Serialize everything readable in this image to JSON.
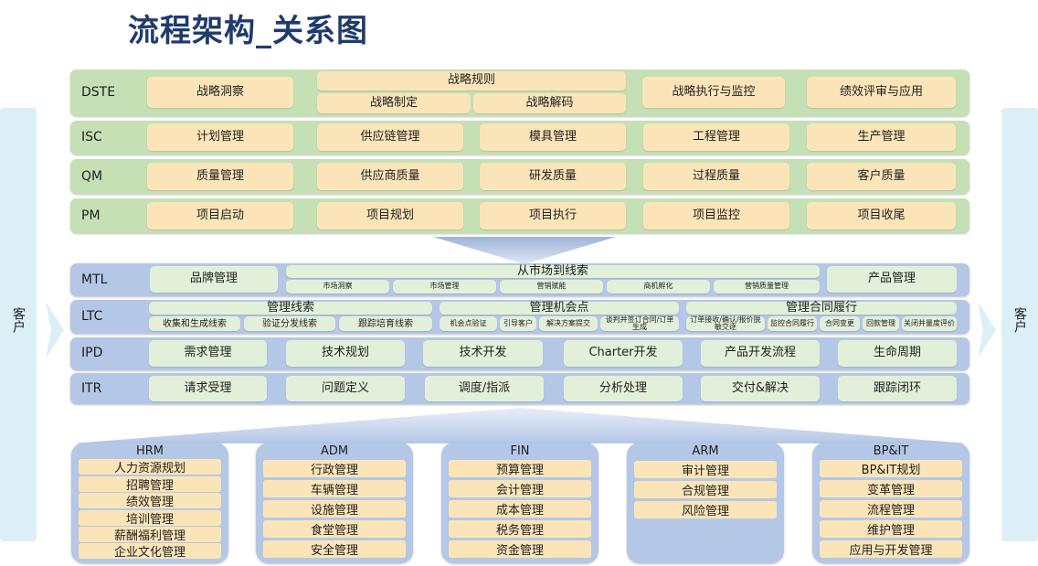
{
  "title": "流程架构_关系图",
  "customer_left": "客户",
  "customer_right": "客户",
  "rows": {
    "dste": {
      "label": "DSTE",
      "items": [
        "战略洞察",
        "战略规则",
        "战略制定",
        "战略解码",
        "战略执行与监控",
        "绩效评审与应用"
      ]
    },
    "isc": {
      "label": "ISC",
      "items": [
        "计划管理",
        "供应链管理",
        "模具管理",
        "工程管理",
        "生产管理"
      ]
    },
    "qm": {
      "label": "QM",
      "items": [
        "质量管理",
        "供应商质量",
        "研发质量",
        "过程质量",
        "客户质量"
      ]
    },
    "pm": {
      "label": "PM",
      "items": [
        "项目启动",
        "项目规划",
        "项目执行",
        "项目监控",
        "项目收尾"
      ]
    },
    "mtl": {
      "label": "MTL",
      "brand": "品牌管理",
      "mid_title": "从市场到线索",
      "mid_items": [
        "市场洞察",
        "市场管理",
        "营销赋能",
        "商机孵化",
        "营销质量管理"
      ],
      "product": "产品管理"
    },
    "ltc": {
      "label": "LTC",
      "groups": [
        {
          "title": "管理线索",
          "items": [
            "收集和生成线索",
            "验证分发线索",
            "跟踪培育线索"
          ]
        },
        {
          "title": "管理机会点",
          "items": [
            "机会点验证",
            "引导客户",
            "解决方案提交",
            "谈判并签订合同/订单生成"
          ]
        },
        {
          "title": "管理合同履行",
          "items": [
            "订单接收/确认/报价脱敏交逐",
            "监控合同履行",
            "合同变更",
            "回款管理",
            "关闭并量度评价"
          ]
        }
      ]
    },
    "ipd": {
      "label": "IPD",
      "items": [
        "需求管理",
        "技术规划",
        "技术开发",
        "Charter开发",
        "产品开发流程",
        "生命周期"
      ]
    },
    "itr": {
      "label": "ITR",
      "items": [
        "请求受理",
        "问题定义",
        "调度/指派",
        "分析处理",
        "交付&解决",
        "跟踪闭环"
      ]
    }
  },
  "panels": [
    {
      "title": "HRM",
      "items": [
        "人力资源规划",
        "招聘管理",
        "绩效管理",
        "培训管理",
        "薪酬福利管理",
        "企业文化管理"
      ]
    },
    {
      "title": "ADM",
      "items": [
        "行政管理",
        "车辆管理",
        "设施管理",
        "食堂管理",
        "安全管理"
      ]
    },
    {
      "title": "FIN",
      "items": [
        "预算管理",
        "会计管理",
        "成本管理",
        "税务管理",
        "资金管理"
      ]
    },
    {
      "title": "ARM",
      "items": [
        "审计管理",
        "合规管理",
        "风险管理"
      ]
    },
    {
      "title": "BP&IT",
      "items": [
        "BP&IT规划",
        "变革管理",
        "流程管理",
        "维护管理",
        "应用与开发管理"
      ]
    }
  ],
  "colors": {
    "green_row": "#c5e0b4",
    "blue_row": "#b4c7e7",
    "yellow_box": "#fbe5b8",
    "light_green_box": "#e2f0d9",
    "title": "#1f3b6e"
  }
}
